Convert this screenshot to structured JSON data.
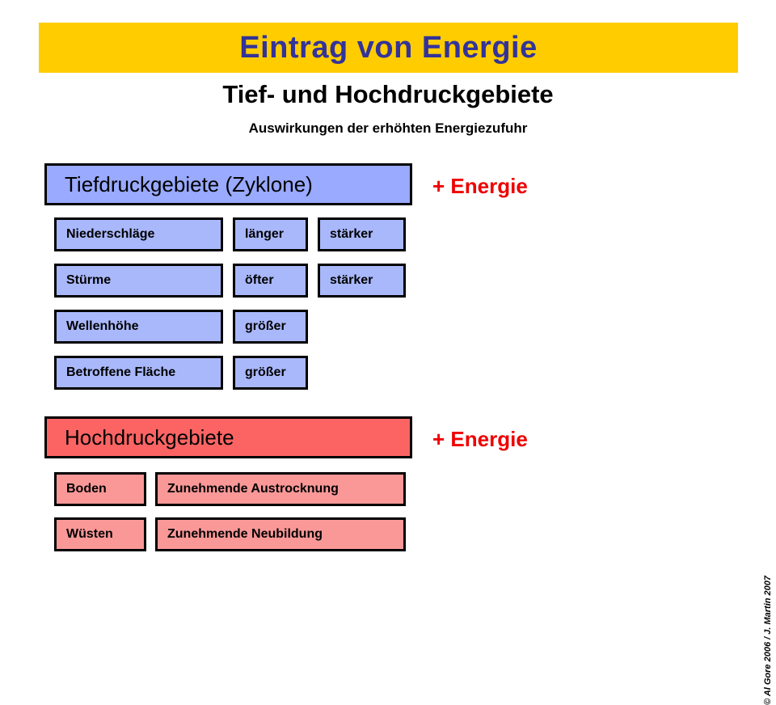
{
  "title": {
    "banner_text": "Eintrag von Energie",
    "banner_bg": "#ffcc00",
    "banner_fg": "#333399"
  },
  "headings": {
    "subtitle": "Tief- und Hochdruckgebiete",
    "subsubtitle": "Auswirkungen der erhöhten Energiezufuhr"
  },
  "sections": {
    "low_pressure": {
      "header": "Tiefdruckgebiete (Zyklone)",
      "energy": "+ Energie",
      "header_color": "#99aaff",
      "row_color": "#a9b8fb",
      "rows": [
        {
          "label": "Niederschläge",
          "attr1": "länger",
          "attr2": "stärker"
        },
        {
          "label": "Stürme",
          "attr1": "öfter",
          "attr2": "stärker"
        },
        {
          "label": "Wellenhöhe",
          "attr1": "größer",
          "attr2": ""
        },
        {
          "label": "Betroffene Fläche",
          "attr1": "größer",
          "attr2": ""
        }
      ]
    },
    "high_pressure": {
      "header": "Hochdruckgebiete",
      "energy": "+ Energie",
      "header_color": "#fc6464",
      "row_color": "#fa9898",
      "rows": [
        {
          "label": "Boden",
          "attr1": "Zunehmende Austrocknung"
        },
        {
          "label": "Wüsten",
          "attr1": "Zunehmende Neubildung"
        }
      ]
    }
  },
  "footer": {
    "copyright": "© Al Gore 2006 / J. Martin 2007"
  },
  "accent": {
    "energy_text_color": "#ee0000"
  }
}
